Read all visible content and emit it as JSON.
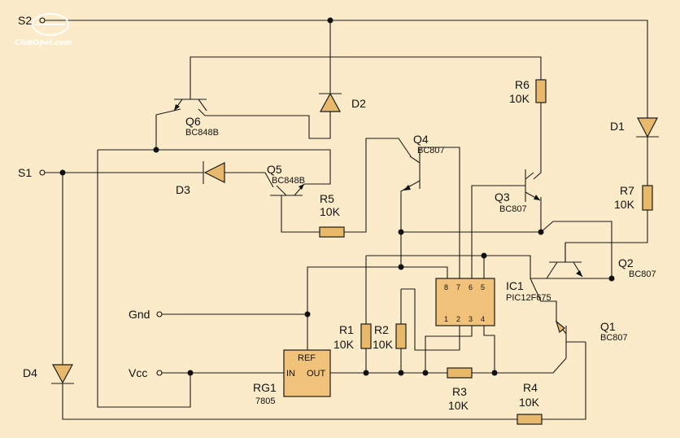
{
  "watermark": "ClubOpel.com",
  "terminals": {
    "s1": "S1",
    "s2": "S2",
    "gnd": "Gnd",
    "vcc": "Vcc"
  },
  "resistors": [
    {
      "ref": "R1",
      "value": "10K"
    },
    {
      "ref": "R2",
      "value": "10K"
    },
    {
      "ref": "R3",
      "value": "10K"
    },
    {
      "ref": "R4",
      "value": "10K"
    },
    {
      "ref": "R5",
      "value": "10K"
    },
    {
      "ref": "R6",
      "value": "10K"
    },
    {
      "ref": "R7",
      "value": "10K"
    }
  ],
  "diodes": [
    "D1",
    "D2",
    "D3",
    "D4"
  ],
  "transistors": [
    {
      "ref": "Q1",
      "part": "BC807"
    },
    {
      "ref": "Q2",
      "part": "BC807"
    },
    {
      "ref": "Q3",
      "part": "BC807"
    },
    {
      "ref": "Q4",
      "part": "BC807"
    },
    {
      "ref": "Q5",
      "part": "BC848B"
    },
    {
      "ref": "Q6",
      "part": "BC848B"
    }
  ],
  "ic": {
    "ref": "IC1",
    "part": "PIC12F675",
    "pins_top": [
      "8",
      "7",
      "6",
      "5"
    ],
    "pins_bottom": [
      "1",
      "2",
      "3",
      "4"
    ]
  },
  "regulator": {
    "ref": "RG1",
    "part": "7805",
    "pin_ref": "REF",
    "pin_in": "IN",
    "pin_out": "OUT"
  }
}
